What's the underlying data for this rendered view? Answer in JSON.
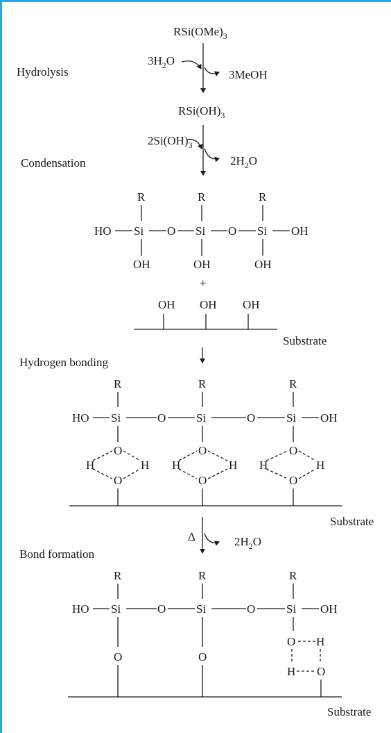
{
  "steps": {
    "hydrolysis": "Hydrolysis",
    "condensation": "Condensation",
    "hydrogen_bonding": "Hydrogen bonding",
    "bond_formation": "Bond formation"
  },
  "species": {
    "start_main": "RSi(OMe)",
    "start_sub": "3",
    "water_coef": "3H",
    "water_sub": "2",
    "water_tail": "O",
    "methanol": "3MeOH",
    "silanol_main": "RSi(OH)",
    "silanol_sub": "3",
    "cond_reagent_main": "2Si(OH)",
    "cond_reagent_sub": "3",
    "cond_water_main": "2H",
    "cond_water_sub": "2",
    "cond_water_tail": "O",
    "plus": "+",
    "heat": "Δ",
    "heat_water_main": "2H",
    "heat_water_sub": "2",
    "heat_water_tail": "O"
  },
  "atoms": {
    "R": "R",
    "Si": "Si",
    "O": "O",
    "OH": "OH",
    "HO": "HO",
    "H": "H"
  },
  "substrate": "Substrate",
  "colors": {
    "border": "#29a9e0",
    "ink": "#1a1a1a"
  }
}
